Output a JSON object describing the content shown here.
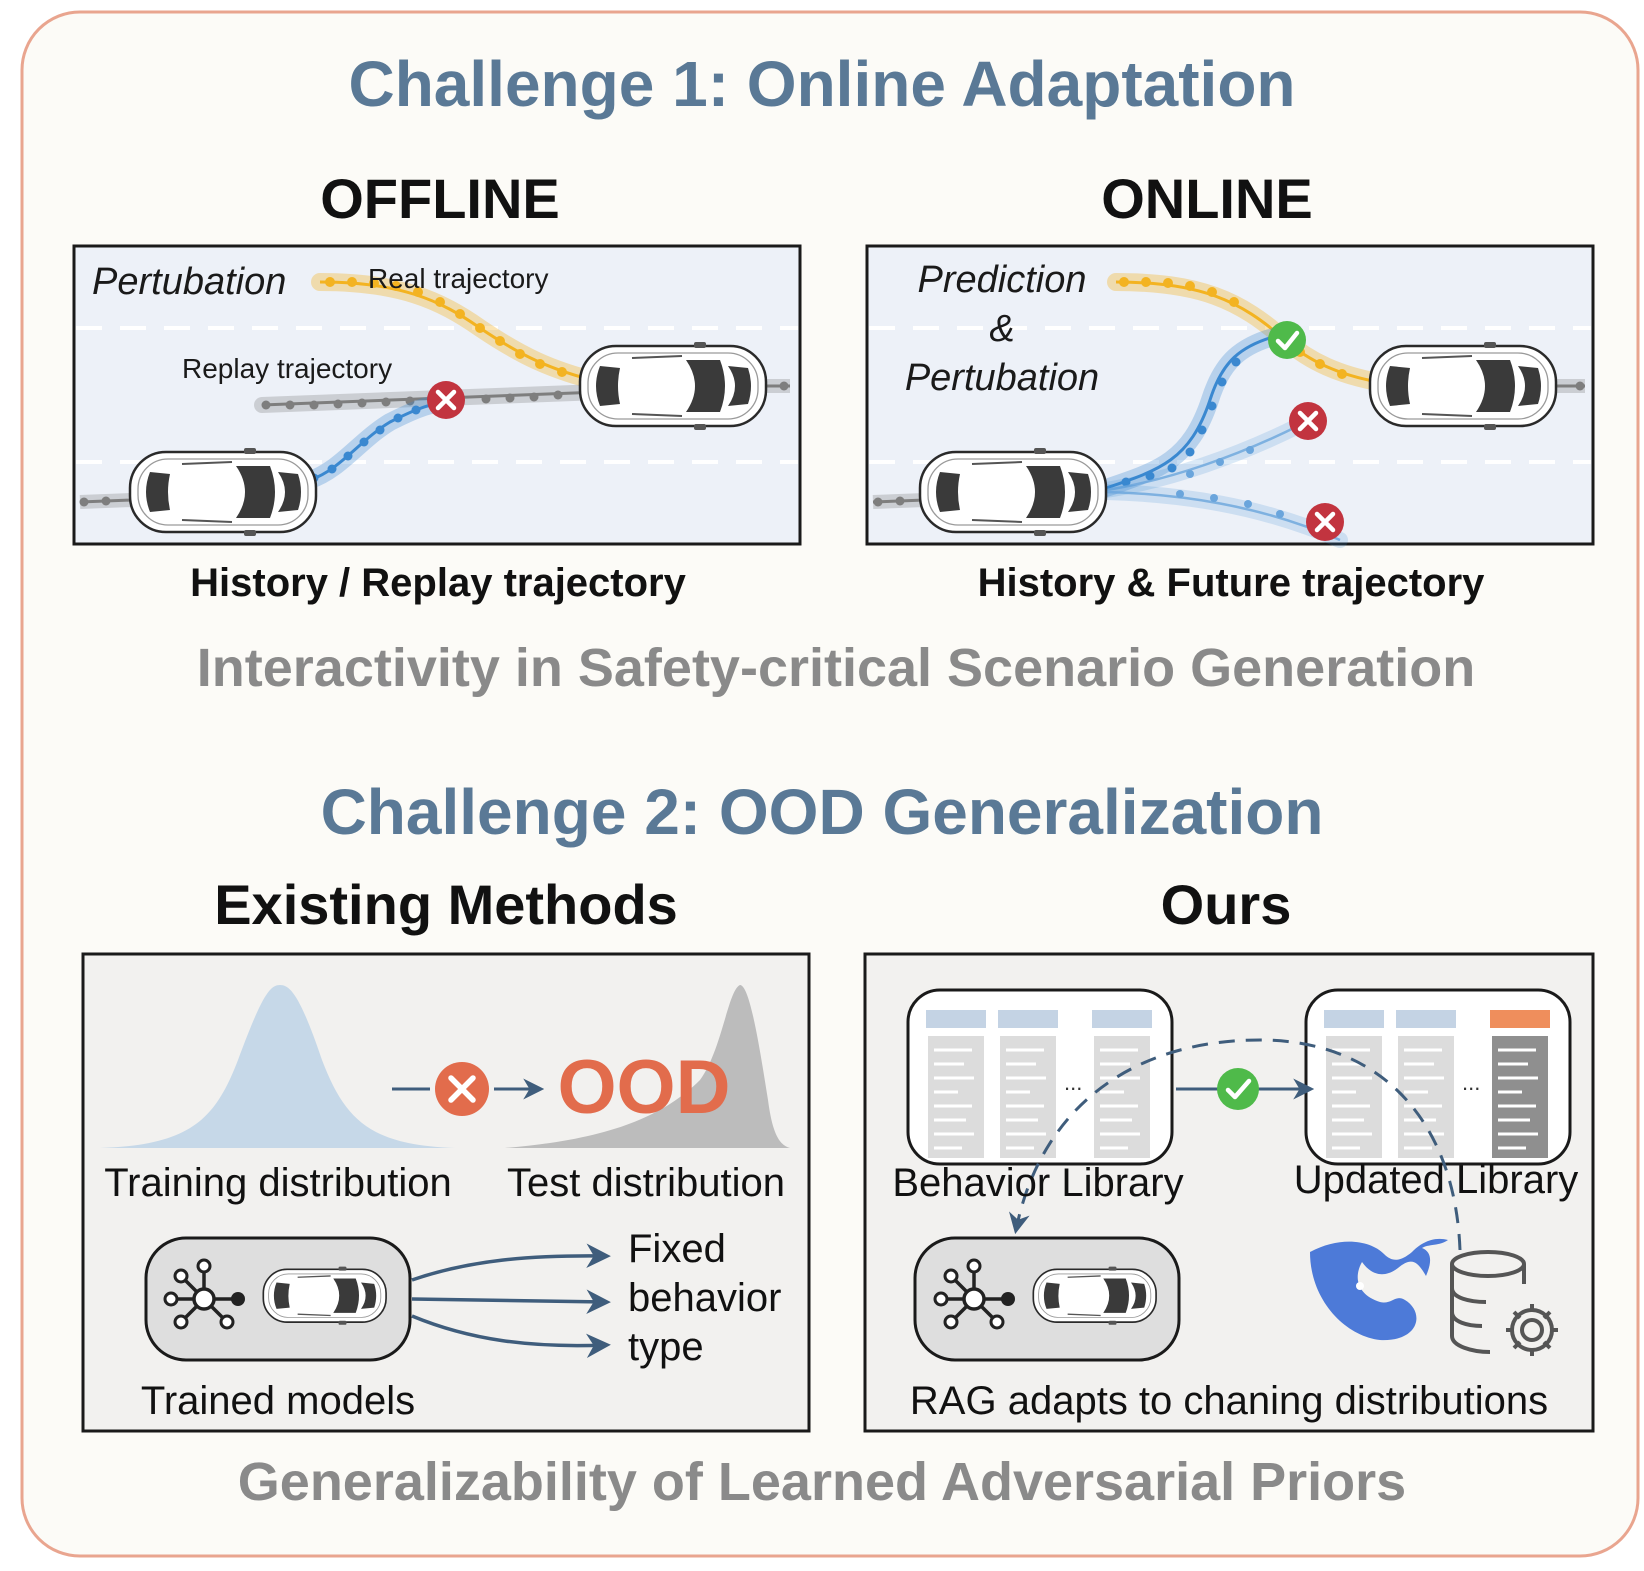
{
  "challenge1": {
    "title": "Challenge 1: Online Adaptation",
    "offline": {
      "heading": "OFFLINE",
      "perturbation_label": "Pertubation",
      "real_trajectory_label": "Real trajectory",
      "replay_trajectory_label": "Replay trajectory",
      "caption": "History / Replay trajectory"
    },
    "online": {
      "heading": "ONLINE",
      "prediction_label": "Prediction",
      "ampersand_label": "&",
      "perturbation_label": "Pertubation",
      "caption": "History & Future trajectory"
    },
    "subtitle": "Interactivity in Safety-critical Scenario Generation"
  },
  "challenge2": {
    "title": "Challenge 2: OOD Generalization",
    "existing": {
      "heading": "Existing Methods",
      "ood_label": "OOD",
      "training_distribution_label": "Training distribution",
      "test_distribution_label": "Test distribution",
      "fixed_behavior_lines": [
        "Fixed",
        "behavior",
        "type"
      ],
      "trained_models_label": "Trained models"
    },
    "ours": {
      "heading": "Ours",
      "behavior_library_label": "Behavior Library",
      "updated_library_label": "Updated Library",
      "ellipsis": "...",
      "rag_caption": "RAG adapts to chaning distributions"
    },
    "subtitle": "Generalizability of Learned Adversarial Priors"
  },
  "colors": {
    "title_blue": "#5a7996",
    "subtitle_gray": "#8a8a8a",
    "frame_border": "#e9a58f",
    "background": "#fcfbf7",
    "road": "#edf1f8",
    "panel_gray": "#f2f1ef",
    "real_traj": "#f3b321",
    "replay_traj": "#7e7e7e",
    "ego_traj": "#3a88d0",
    "fail": "#c2343f",
    "success": "#4fba4a",
    "ood_red": "#e26c4c",
    "dist_blue": "#c6d8e8",
    "dist_gray": "#bcbcbc",
    "arrow_navy": "#3f5d7c",
    "header_blue": "#c4d3e4",
    "header_orange": "#ef8e5c"
  },
  "icons": [
    "cross-icon",
    "check-icon",
    "network-icon",
    "whale-icon",
    "database-gear-icon",
    "car-icon"
  ]
}
